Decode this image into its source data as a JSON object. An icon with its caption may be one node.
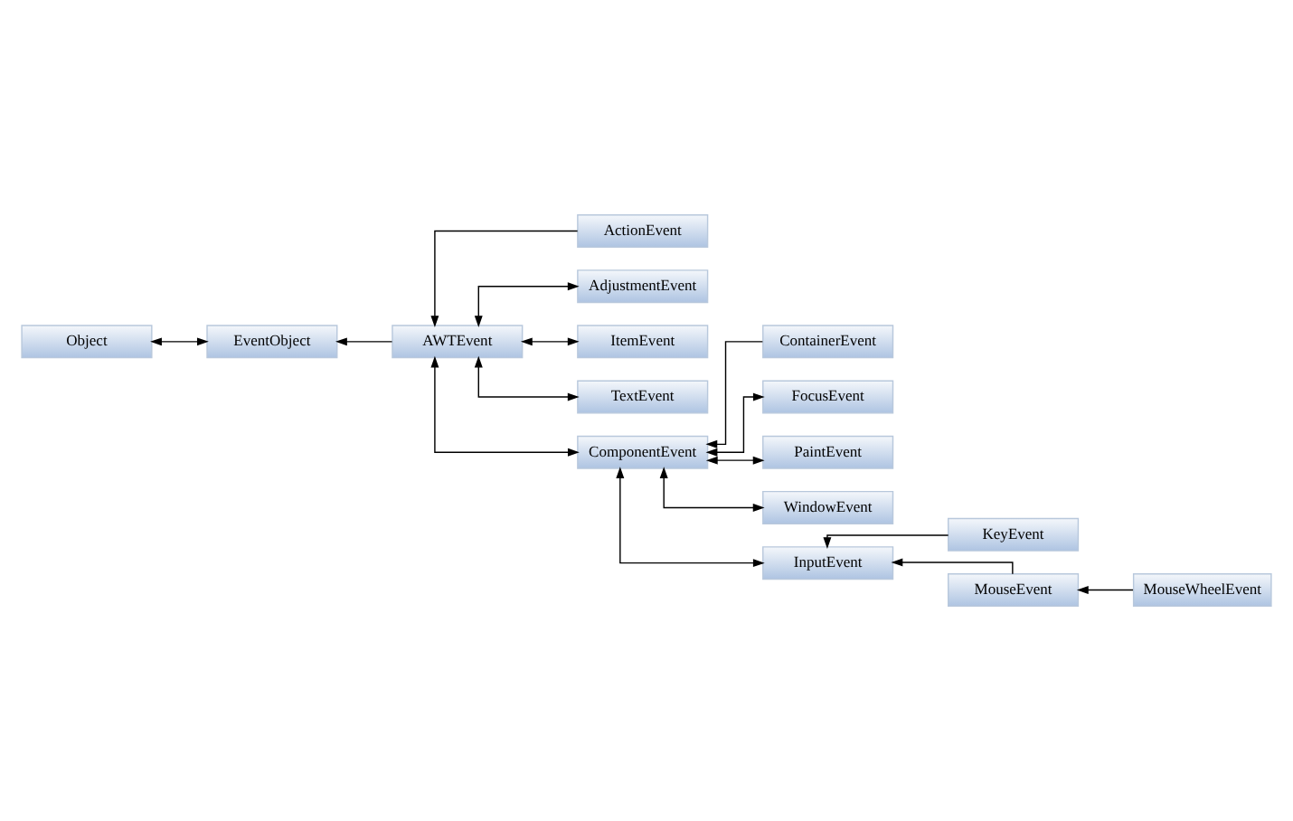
{
  "diagram": {
    "nodes": [
      {
        "text": [
          "Object"
        ]
      },
      {
        "text": [
          "EventObject"
        ]
      },
      {
        "text": [
          "AWTEvent"
        ]
      },
      {
        "text": [
          "ActionEvent"
        ]
      },
      {
        "text": [
          "AdjustmentEvent"
        ]
      },
      {
        "text": [
          "ItemEvent"
        ]
      },
      {
        "text": [
          "TextEvent"
        ]
      },
      {
        "text": [
          "ComponentEvent"
        ]
      },
      {
        "text": [
          "ContainerEvent"
        ]
      },
      {
        "text": [
          "FocusEvent"
        ]
      },
      {
        "text": [
          "PaintEvent"
        ]
      },
      {
        "text": [
          "WindowEvent"
        ]
      },
      {
        "text": [
          "InputEvent"
        ]
      },
      {
        "text": [
          "KeyEvent"
        ]
      },
      {
        "text": [
          "MouseEvent"
        ]
      },
      {
        "text": [
          "MouseWheelEvent"
        ]
      }
    ],
    "edges": [
      {
        "from": 1,
        "to": 0,
        "arrow": "both"
      },
      {
        "from": 2,
        "to": 1,
        "arrow": "to"
      },
      {
        "from": 3,
        "to": 2,
        "arrow": "to"
      },
      {
        "from": 4,
        "to": 2,
        "arrow": "both"
      },
      {
        "from": 5,
        "to": 2,
        "arrow": "both"
      },
      {
        "from": 6,
        "to": 2,
        "arrow": "both"
      },
      {
        "from": 7,
        "to": 2,
        "arrow": "both"
      },
      {
        "from": 8,
        "to": 7,
        "arrow": "to"
      },
      {
        "from": 9,
        "to": 7,
        "arrow": "both"
      },
      {
        "from": 10,
        "to": 7,
        "arrow": "both"
      },
      {
        "from": 11,
        "to": 7,
        "arrow": "both"
      },
      {
        "from": 12,
        "to": 7,
        "arrow": "both"
      },
      {
        "from": 13,
        "to": 12,
        "arrow": "to"
      },
      {
        "from": 14,
        "to": 12,
        "arrow": "to"
      },
      {
        "from": 15,
        "to": 14,
        "arrow": "to"
      }
    ]
  }
}
